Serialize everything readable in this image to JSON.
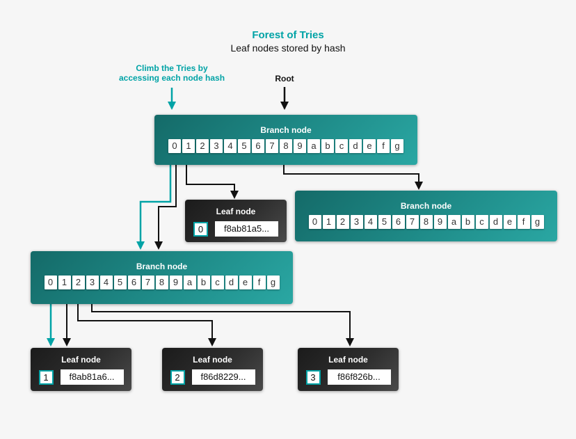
{
  "colors": {
    "accent_teal": "#00a3a6",
    "arrow_black": "#111111",
    "branch_gradient_start": "#146a68",
    "branch_gradient_end": "#2aa7a3",
    "leaf_gradient_start": "#1b1b1b",
    "leaf_gradient_end": "#4a4a4a",
    "background": "#f6f6f6"
  },
  "header": {
    "title": "Forest of Tries",
    "subtitle": "Leaf nodes stored by hash"
  },
  "annotations": {
    "climb_line1": "Climb the Tries by",
    "climb_line2": "accessing each node hash",
    "root": "Root"
  },
  "branch_nodes": {
    "root": {
      "label": "Branch node",
      "cells": [
        "0",
        "1",
        "2",
        "3",
        "4",
        "5",
        "6",
        "7",
        "8",
        "9",
        "a",
        "b",
        "c",
        "d",
        "e",
        "f",
        "g"
      ]
    },
    "right": {
      "label": "Branch node",
      "cells": [
        "0",
        "1",
        "2",
        "3",
        "4",
        "5",
        "6",
        "7",
        "8",
        "9",
        "a",
        "b",
        "c",
        "d",
        "e",
        "f",
        "g"
      ]
    },
    "lower": {
      "label": "Branch node",
      "cells": [
        "0",
        "1",
        "2",
        "3",
        "4",
        "5",
        "6",
        "7",
        "8",
        "9",
        "a",
        "b",
        "c",
        "d",
        "e",
        "f",
        "g"
      ]
    }
  },
  "leaf_nodes": {
    "leaf0": {
      "label": "Leaf node",
      "index": "0",
      "hash": "f8ab81a5..."
    },
    "leaf1": {
      "label": "Leaf node",
      "index": "1",
      "hash": "f8ab81a6..."
    },
    "leaf2": {
      "label": "Leaf node",
      "index": "2",
      "hash": "f86d8229..."
    },
    "leaf3": {
      "label": "Leaf node",
      "index": "3",
      "hash": "f86f826b..."
    }
  }
}
